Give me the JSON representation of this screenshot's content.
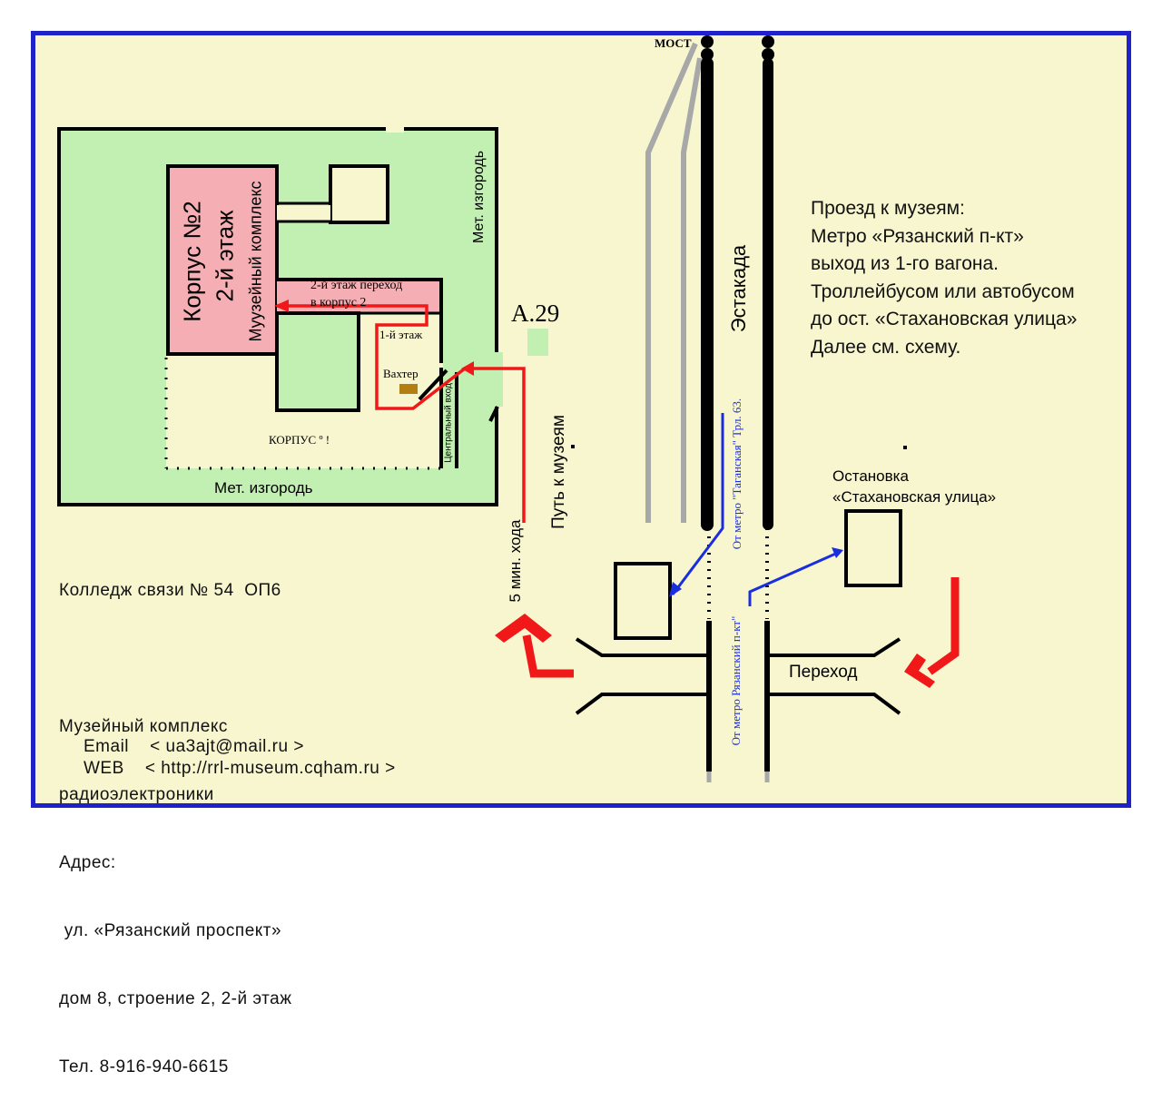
{
  "labels": {
    "bridge": "МОСТ",
    "overpass": "Эстакада",
    "building2_title": "Корпус №2",
    "building2_floor": "2-й этаж",
    "museum_complex": "Муузейный комплекс",
    "fence_right": "Мет. изгородь",
    "fence_bottom": "Мет. изгородь",
    "passage_2nd_floor": "2-й этаж переход",
    "passage_to_building": "в корпус 2",
    "first_floor": "1-й этаж",
    "guard": "Вахтер",
    "central_entrance": "Центральный вход",
    "building1": "КОРПУС º !",
    "building_a29": "А.29",
    "walk_path": "Путь к музеям",
    "walk_time": "5 мин. хода",
    "from_taganskaya": "От метро \"Таганская\" Трл. 63.",
    "from_ryazansky": "От метро Рязанский п-кт\"",
    "stop_line1": "Остановка",
    "stop_line2": "«Стахановская улица»",
    "crossing": "Переход"
  },
  "directions": [
    "Проезд к музеям:",
    "Метро «Рязанский п-кт»",
    "выход из 1-го вагона.",
    "Троллейбусом или автобусом",
    "до ост. «Стахановская улица»",
    "Далее см. схему."
  ],
  "info": {
    "college": "Колледж связи № 54  ОП6",
    "museum_line1": "Музейный комплекс",
    "museum_line2": "радиоэлектроники",
    "address_label": "Адрес:",
    "street": " ул. «Рязанский проспект»",
    "building": "дом 8, строение 2, 2-й этаж",
    "phone": "Тел. 8-916-940-6615",
    "email": "Email    < ua3ajt@mail.ru >",
    "web": "WEB    < http://rrl-museum.cqham.ru >"
  },
  "colors": {
    "frame": "#1f22c8",
    "background": "#f8f6cf",
    "grounds": "#c2f0b2",
    "building2": "#f4aeb4",
    "route_red": "#f01818",
    "route_blue": "#1a2ee0",
    "tram_gray": "#a8a8a8"
  }
}
